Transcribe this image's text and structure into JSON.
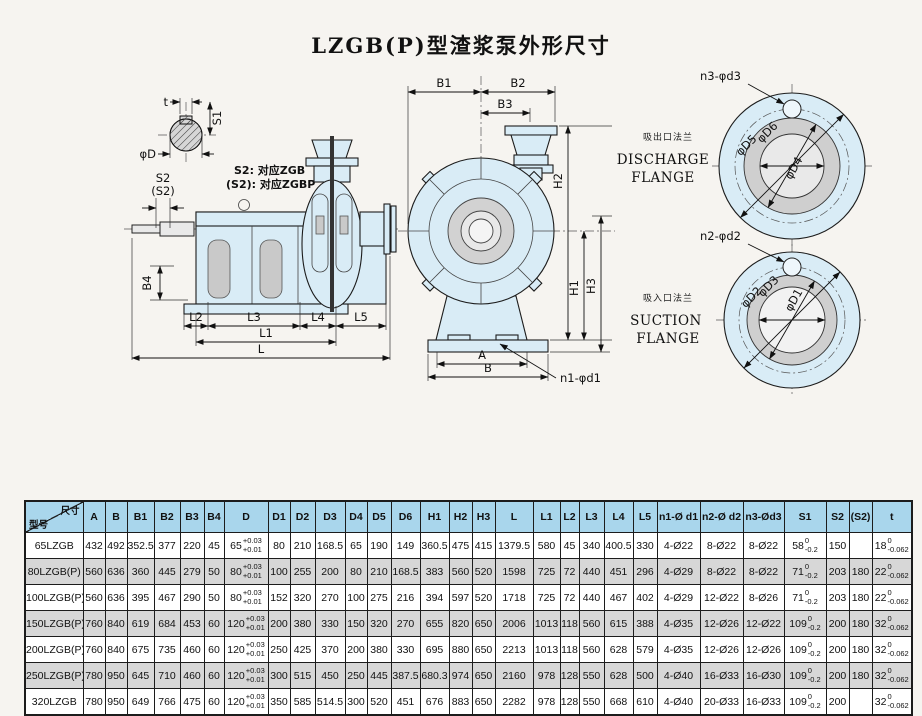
{
  "page": {
    "title": "LZGB(P)型渣浆泵外形尺寸"
  },
  "colors": {
    "header_bg": "#a9d6ec",
    "row_alt_bg": "#d7d7d7",
    "pump_fill": "#d9ecf6",
    "steel_fill": "#c9c9c9",
    "line": "#1c1c1c"
  },
  "drawing": {
    "shaft_detail": {
      "dim_t": "t",
      "dim_s1": "S1",
      "dim_d": "φD"
    },
    "side_view": {
      "note_s2": "S2: 对应ZGB",
      "note_s2p": "(S2): 对应ZGBP",
      "dim_s2": "S2",
      "dim_s2p": "(S2)",
      "dim_b4": "B4",
      "dim_l2": "L2",
      "dim_l3": "L3",
      "dim_l4": "L4",
      "dim_l5": "L5",
      "dim_l1": "L1",
      "dim_l": "L"
    },
    "front_view": {
      "dim_b1": "B1",
      "dim_b2": "B2",
      "dim_b3": "B3",
      "dim_h1": "H1",
      "dim_h2": "H2",
      "dim_h3": "H3",
      "dim_a": "A",
      "dim_b": "B",
      "callout_n1": "n1-φd1"
    },
    "discharge_flange": {
      "label_cn": "吸出口法兰",
      "label_en_1": "DISCHARGE",
      "label_en_2": "FLANGE",
      "callout": "n3-φd3",
      "dia_outer": "φD6",
      "dia_mid": "φD5",
      "dia_inner": "φD4"
    },
    "suction_flange": {
      "label_cn": "吸入口法兰",
      "label_en_1": "SUCTION",
      "label_en_2": "FLANGE",
      "callout": "n2-φd2",
      "dia_outer": "φD3",
      "dia_mid": "φD2",
      "dia_inner": "φD1"
    }
  },
  "table": {
    "corner": {
      "top": "尺寸",
      "bottom": "型号"
    },
    "columns": [
      "A",
      "B",
      "B1",
      "B2",
      "B3",
      "B4",
      "D",
      "D1",
      "D2",
      "D3",
      "D4",
      "D5",
      "D6",
      "H1",
      "H2",
      "H3",
      "L",
      "L1",
      "L2",
      "L3",
      "L4",
      "L5",
      "n1-Ø d1",
      "n2-Ø d2",
      "n3-Ød3",
      "S1",
      "S2",
      "(S2)",
      "t"
    ],
    "rows": [
      {
        "model": "65LZGB",
        "values": [
          "432",
          "492",
          "352.5",
          "377",
          "220",
          "45",
          {
            "n": "65",
            "sup": "+0.03",
            "sub": "+0.01"
          },
          "80",
          "210",
          "168.5",
          "65",
          "190",
          "149",
          "360.5",
          "475",
          "415",
          "1379.5",
          "580",
          "45",
          "340",
          "400.5",
          "330",
          "4-Ø22",
          "8-Ø22",
          "8-Ø22",
          {
            "n": "58",
            "sup": "0",
            "sub": "-0.2"
          },
          "150",
          "",
          {
            "n": "18",
            "sup": "0",
            "sub": "-0.062"
          }
        ]
      },
      {
        "model": "80LZGB(P)",
        "values": [
          "560",
          "636",
          "360",
          "445",
          "279",
          "50",
          {
            "n": "80",
            "sup": "+0.03",
            "sub": "+0.01"
          },
          "100",
          "255",
          "200",
          "80",
          "210",
          "168.5",
          "383",
          "560",
          "520",
          "1598",
          "725",
          "72",
          "440",
          "451",
          "296",
          "4-Ø29",
          "8-Ø22",
          "8-Ø22",
          {
            "n": "71",
            "sup": "0",
            "sub": "-0.2"
          },
          "203",
          "180",
          {
            "n": "22",
            "sup": "0",
            "sub": "-0.062"
          }
        ]
      },
      {
        "model": "100LZGB(P)",
        "values": [
          "560",
          "636",
          "395",
          "467",
          "290",
          "50",
          {
            "n": "80",
            "sup": "+0.03",
            "sub": "+0.01"
          },
          "152",
          "320",
          "270",
          "100",
          "275",
          "216",
          "394",
          "597",
          "520",
          "1718",
          "725",
          "72",
          "440",
          "467",
          "402",
          "4-Ø29",
          "12-Ø22",
          "8-Ø26",
          {
            "n": "71",
            "sup": "0",
            "sub": "-0.2"
          },
          "203",
          "180",
          {
            "n": "22",
            "sup": "0",
            "sub": "-0.062"
          }
        ]
      },
      {
        "model": "150LZGB(P)",
        "values": [
          "760",
          "840",
          "619",
          "684",
          "453",
          "60",
          {
            "n": "120",
            "sup": "+0.03",
            "sub": "+0.01"
          },
          "200",
          "380",
          "330",
          "150",
          "320",
          "270",
          "655",
          "820",
          "650",
          "2006",
          "1013",
          "118",
          "560",
          "615",
          "388",
          "4-Ø35",
          "12-Ø26",
          "12-Ø22",
          {
            "n": "109",
            "sup": "0",
            "sub": "-0.2"
          },
          "200",
          "180",
          {
            "n": "32",
            "sup": "0",
            "sub": "-0.062"
          }
        ]
      },
      {
        "model": "200LZGB(P)",
        "values": [
          "760",
          "840",
          "675",
          "735",
          "460",
          "60",
          {
            "n": "120",
            "sup": "+0.03",
            "sub": "+0.01"
          },
          "250",
          "425",
          "370",
          "200",
          "380",
          "330",
          "695",
          "880",
          "650",
          "2213",
          "1013",
          "118",
          "560",
          "628",
          "579",
          "4-Ø35",
          "12-Ø26",
          "12-Ø26",
          {
            "n": "109",
            "sup": "0",
            "sub": "-0.2"
          },
          "200",
          "180",
          {
            "n": "32",
            "sup": "0",
            "sub": "-0.062"
          }
        ]
      },
      {
        "model": "250LZGB(P)",
        "values": [
          "780",
          "950",
          "645",
          "710",
          "460",
          "60",
          {
            "n": "120",
            "sup": "+0.03",
            "sub": "+0.01"
          },
          "300",
          "515",
          "450",
          "250",
          "445",
          "387.5",
          "680.3",
          "974",
          "650",
          "2160",
          "978",
          "128",
          "550",
          "628",
          "500",
          "4-Ø40",
          "16-Ø33",
          "16-Ø30",
          {
            "n": "109",
            "sup": "0",
            "sub": "-0.2"
          },
          "200",
          "180",
          {
            "n": "32",
            "sup": "0",
            "sub": "-0.062"
          }
        ]
      },
      {
        "model": "320LZGB",
        "values": [
          "780",
          "950",
          "649",
          "766",
          "475",
          "60",
          {
            "n": "120",
            "sup": "+0.03",
            "sub": "+0.01"
          },
          "350",
          "585",
          "514.5",
          "300",
          "520",
          "451",
          "676",
          "883",
          "650",
          "2282",
          "978",
          "128",
          "550",
          "668",
          "610",
          "4-Ø40",
          "20-Ø33",
          "16-Ø33",
          {
            "n": "109",
            "sup": "0",
            "sub": "-0.2"
          },
          "200",
          "",
          {
            "n": "32",
            "sup": "0",
            "sub": "-0.062"
          }
        ]
      }
    ]
  }
}
